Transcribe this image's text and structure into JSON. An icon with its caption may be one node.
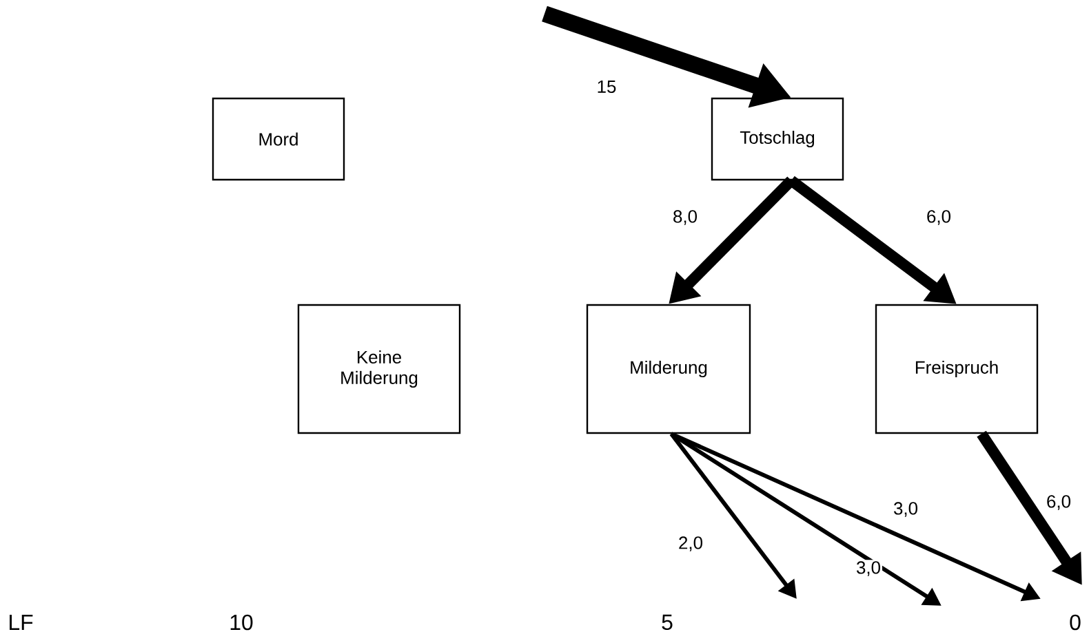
{
  "diagram": {
    "nodes": [
      {
        "text": [
          "Mord"
        ]
      },
      {
        "text": [
          "Totschlag"
        ]
      },
      {
        "text": [
          "Keine Milderung"
        ]
      },
      {
        "text": [
          "Milderung"
        ]
      },
      {
        "text": [
          "Freispruch"
        ]
      }
    ],
    "edges": [
      {
        "from": null,
        "to": 1,
        "arrow": "to",
        "label": "15"
      },
      {
        "from": 1,
        "to": 3,
        "arrow": "to",
        "label": "8,0"
      },
      {
        "from": 1,
        "to": 4,
        "arrow": "to",
        "label": "6,0"
      },
      {
        "from": 3,
        "to": null,
        "arrow": "to",
        "label": "2,0"
      },
      {
        "from": 3,
        "to": null,
        "arrow": "to",
        "label": "3,0"
      },
      {
        "from": 3,
        "to": null,
        "arrow": "to",
        "label": "3,0"
      },
      {
        "from": 4,
        "to": null,
        "arrow": "to",
        "label": "6,0"
      }
    ],
    "labels": [
      "LF",
      "10",
      "5",
      "0"
    ]
  }
}
